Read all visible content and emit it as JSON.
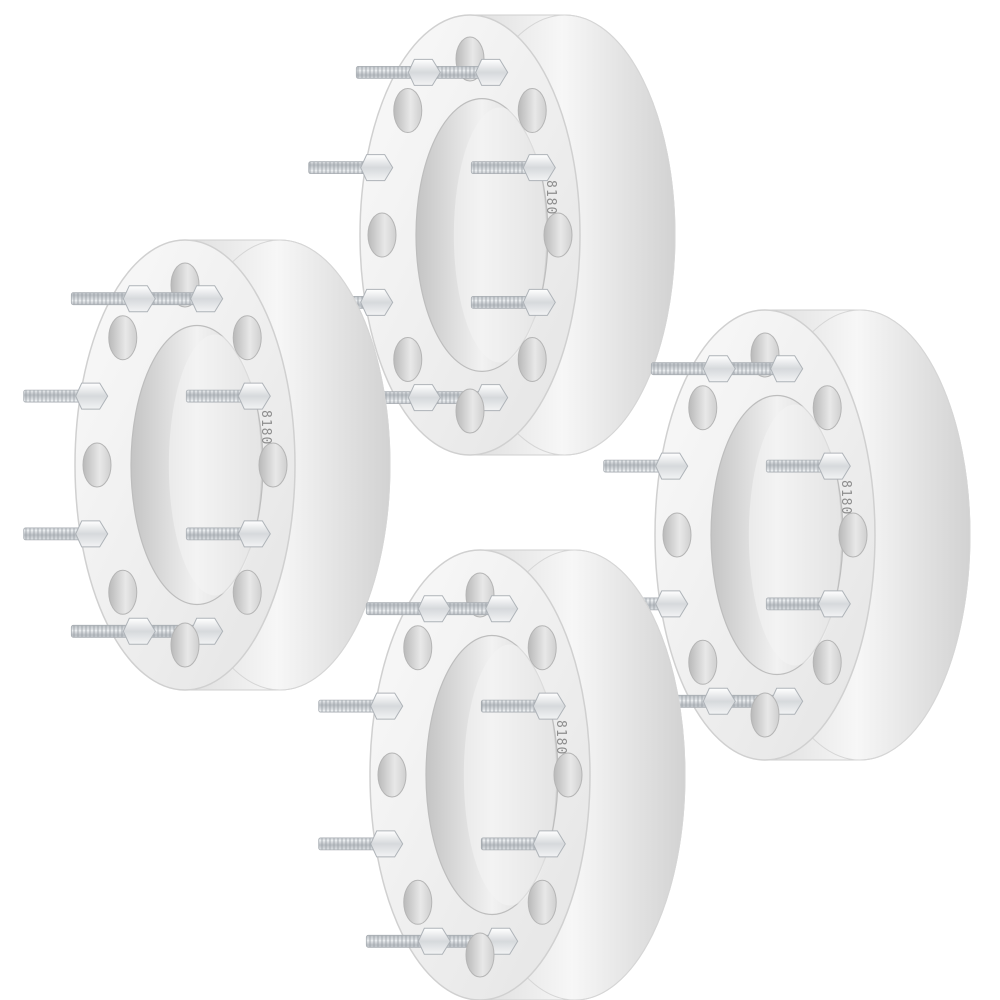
{
  "product": {
    "name": "8-lug billet aluminum wheel spacers",
    "quantity": 4,
    "studs_per_spacer": 8,
    "background": "#ffffff",
    "colors": {
      "aluminum_face": "#f1f1f1",
      "aluminum_edge": "#e2e2e2",
      "aluminum_shadow": "#c9c9c9",
      "bore": "#dcdcdc",
      "stud": "#cfd3d6",
      "nut": "#e9ebec"
    }
  },
  "spacers": [
    {
      "id": "top",
      "etching": "8180"
    },
    {
      "id": "left",
      "etching": "8180"
    },
    {
      "id": "right",
      "etching": "8180"
    },
    {
      "id": "bottom",
      "etching": "8180"
    }
  ]
}
